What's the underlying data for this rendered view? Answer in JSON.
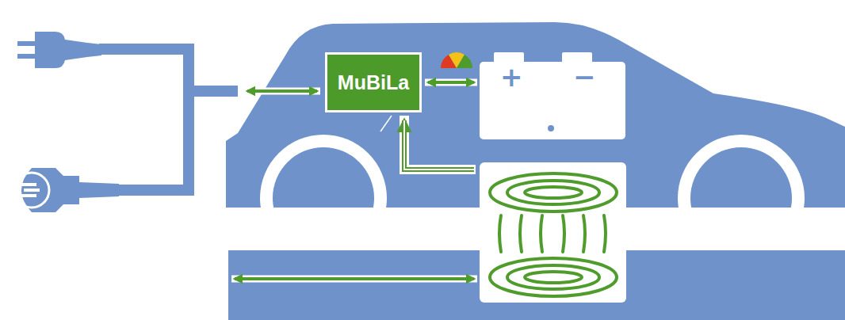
{
  "diagram": {
    "nodes": [
      {
        "text": [
          "MuBiLa"
        ]
      },
      {
        "text": [
          "+",
          "−"
        ]
      }
    ],
    "edges": [
      {
        "from": 0,
        "to": 1,
        "arrow": "both"
      }
    ]
  }
}
